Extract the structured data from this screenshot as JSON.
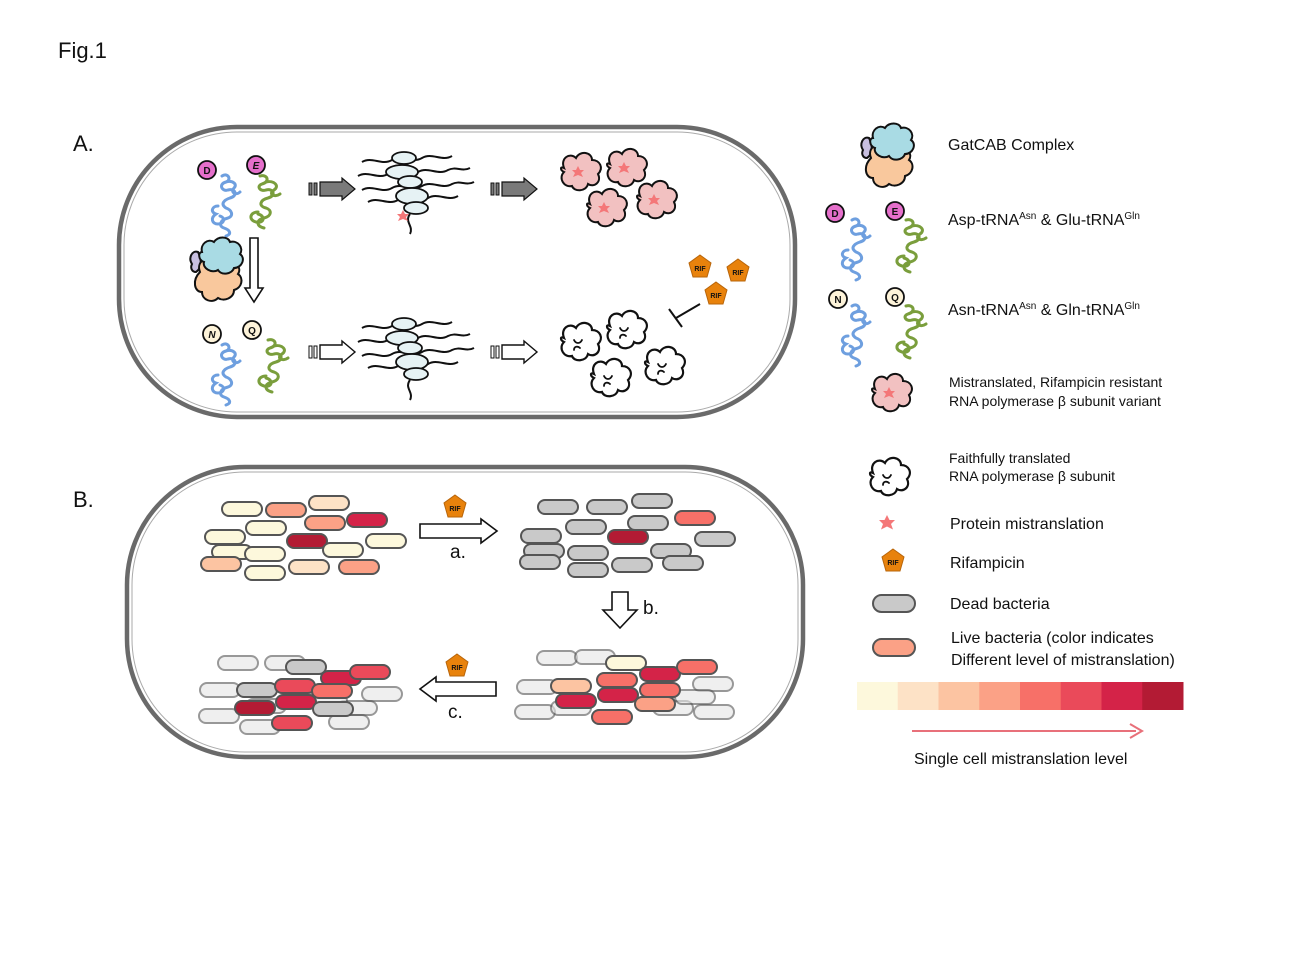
{
  "figure_label": "Fig.1",
  "panel_a": {
    "label": "A.",
    "charged_residue_1": "D",
    "charged_residue_2": "E",
    "corrected_residue_1": "N",
    "corrected_residue_2": "Q",
    "drug_tag": "RIF"
  },
  "panel_b": {
    "label": "B.",
    "step_a": "a.",
    "step_b": "b.",
    "step_c": "c.",
    "drug_tag": "RIF"
  },
  "legend": {
    "gatcab": "GatCAB Complex",
    "misacylated": {
      "t1": "Asp-tRNA",
      "s1": "Asn",
      "t2": " & Glu-tRNA",
      "s2": "Gln"
    },
    "correct": {
      "t1": "Asn-tRNA",
      "s1": "Asn",
      "t2": " & Gln-tRNA",
      "s2": "Gln"
    },
    "mistranslated_line1": "Mistranslated, Rifampicin resistant",
    "mistranslated_line2": "RNA polymerase β subunit variant",
    "faithful_line1": "Faithfully translated",
    "faithful_line2": "RNA polymerase β subunit",
    "protein_mistranslation": "Protein mistranslation",
    "rifampicin": "Rifampicin",
    "dead_bacteria": "Dead bacteria",
    "live_line1": "Live bacteria (color indicates",
    "live_line2": "Different level of mistranslation)",
    "scale_label": "Single cell mistranslation level",
    "scale_colors": [
      "#fdf8dc",
      "#fde2c6",
      "#fcc4a2",
      "#fba186",
      "#f77068",
      "#ea4a5a",
      "#d42348",
      "#b31b34"
    ]
  },
  "colors": {
    "gatcab_blue": "#a9dbe4",
    "gatcab_orange": "#f9c89d",
    "gatcab_purple": "#c8bfe0",
    "trna_blue": "#6e9fdf",
    "trna_green": "#7a9e3c",
    "residue_pink": "#e56fcb",
    "residue_cream": "#fdf3d9",
    "mistranslated_fill": "#f2c1c1",
    "mistranslation_star": "#f47778",
    "rif_orange": "#e8820c",
    "ribosome_fill": "#e6f2f4",
    "dead_fill": "#c9c9c9",
    "arrow_gray": "#7a7a7a"
  }
}
